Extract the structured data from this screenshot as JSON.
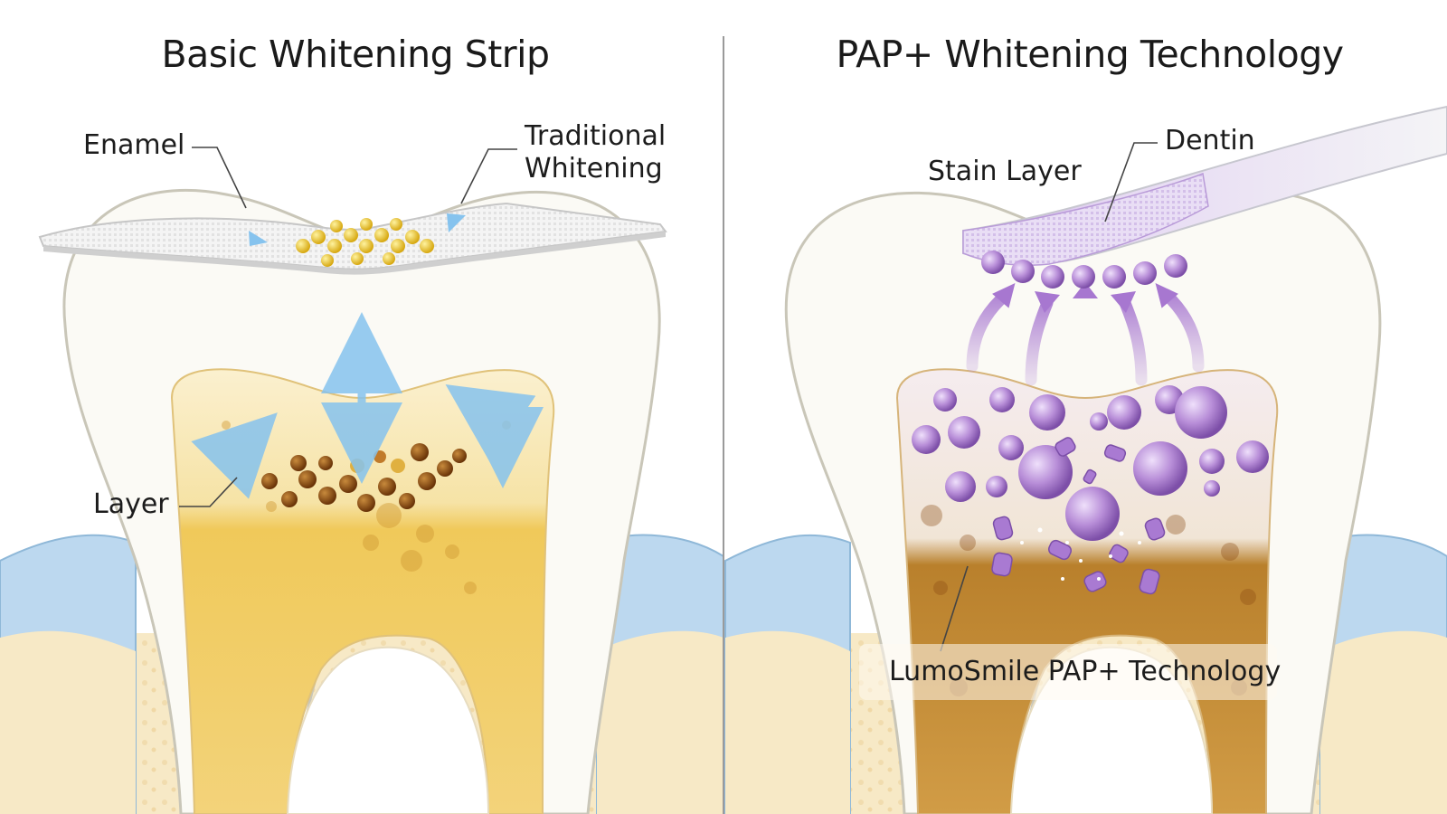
{
  "left_panel": {
    "title": "Basic Whitening Strip",
    "labels": {
      "enamel": "Enamel",
      "strip_line1": "Traditional",
      "strip_line2": "Whitening",
      "layer": "Layer"
    }
  },
  "right_panel": {
    "title": "PAP+ Whitening Technology",
    "labels": {
      "dentin": "Dentin",
      "stain_layer": "Stain Layer",
      "technology": "LumoSmile PAP+ Technology"
    }
  },
  "colors": {
    "enamel": "#fbfaf5",
    "dentin": "#f4d98a",
    "dentin_dark": "#d9a33a",
    "stain_brown": "#8a4a12",
    "gum_blue": "#bcd8ef",
    "bone": "#f6e7c2",
    "strip_white": "#f2f2f2",
    "pap_purple": "#b48ad6",
    "arrow_blue": "#86c3ee",
    "divider": "#9a9a9a"
  }
}
